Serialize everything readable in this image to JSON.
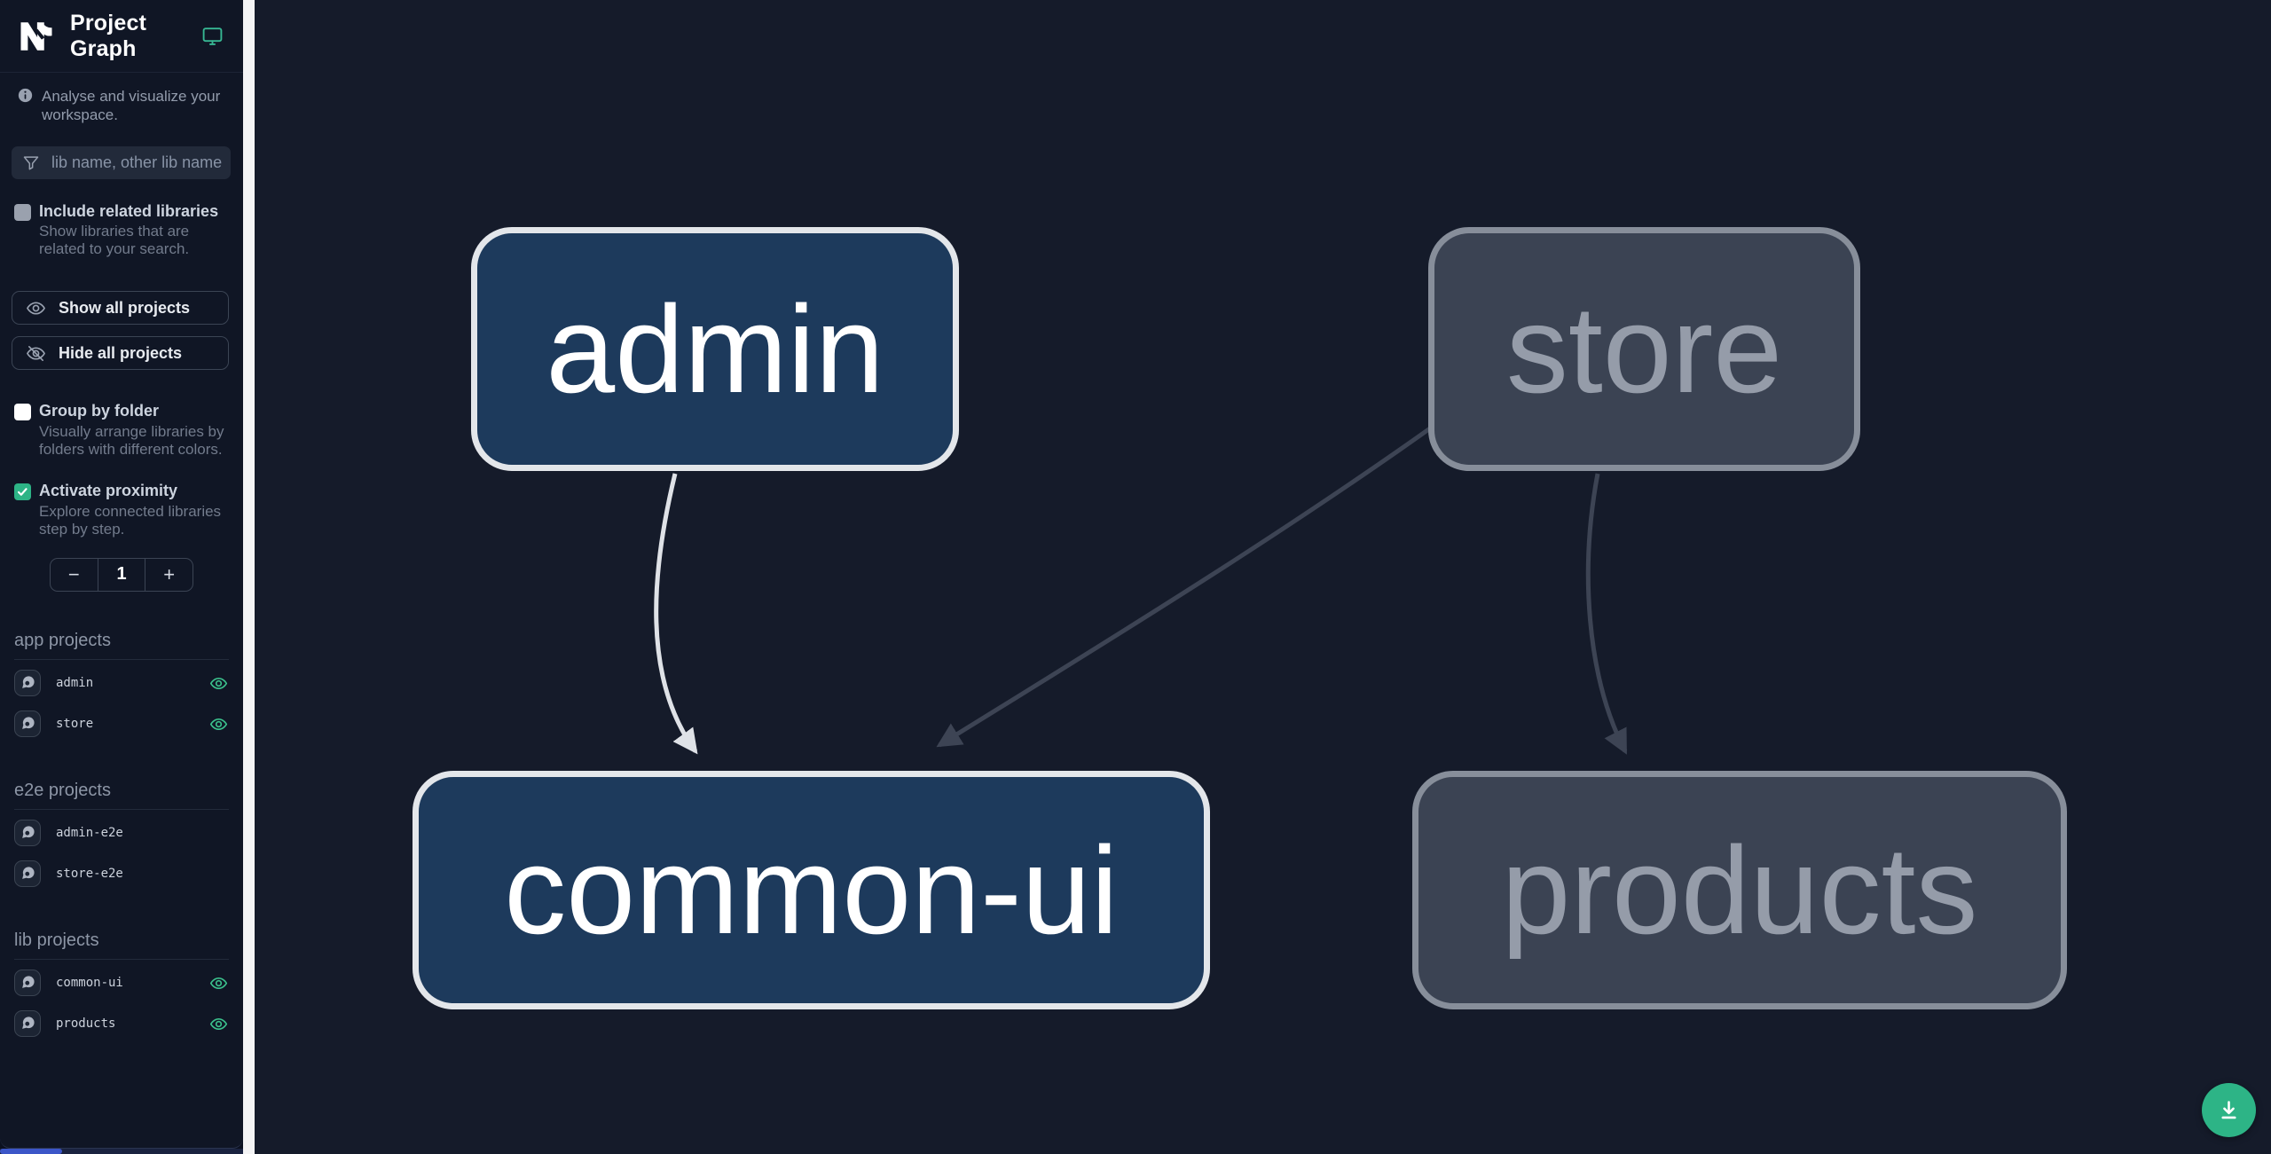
{
  "header": {
    "title": "Project Graph"
  },
  "sidebar": {
    "tagline": "Analyse and visualize your workspace.",
    "filter": {
      "placeholder": "lib name, other lib name"
    },
    "include_related": {
      "label": "Include related libraries",
      "description": "Show libraries that are related to your search.",
      "checked": false
    },
    "show_all_label": "Show all projects",
    "hide_all_label": "Hide all projects",
    "group_by_folder": {
      "label": "Group by folder",
      "description": "Visually arrange libraries by folders with different colors.",
      "checked": false
    },
    "activate_proximity": {
      "label": "Activate proximity",
      "description": "Explore connected libraries step by step.",
      "checked": true
    },
    "proximity_stepper": {
      "decrement_label": "−",
      "value": "1",
      "increment_label": "+"
    },
    "sections": [
      {
        "title": "app projects",
        "items": [
          {
            "name": "admin",
            "visible": true
          },
          {
            "name": "store",
            "visible": true
          }
        ]
      },
      {
        "title": "e2e projects",
        "items": [
          {
            "name": "admin-e2e",
            "visible": false
          },
          {
            "name": "store-e2e",
            "visible": false
          }
        ]
      },
      {
        "title": "lib projects",
        "items": [
          {
            "name": "common-ui",
            "visible": true
          },
          {
            "name": "products",
            "visible": true
          }
        ]
      }
    ]
  },
  "graph": {
    "nodes": [
      {
        "label": "admin",
        "state": "highlighted"
      },
      {
        "label": "store",
        "state": "dimmed"
      },
      {
        "label": "common-ui",
        "state": "highlighted"
      },
      {
        "label": "products",
        "state": "dimmed"
      }
    ],
    "edges": [
      {
        "from": "admin",
        "to": "common-ui",
        "state": "highlighted"
      },
      {
        "from": "store",
        "to": "common-ui",
        "state": "dimmed"
      },
      {
        "from": "store",
        "to": "products",
        "state": "dimmed"
      }
    ]
  },
  "colors": {
    "accent_green": "#2db486",
    "eye_green": "#3bc08c",
    "node_highlight_fill": "#1d3a5c",
    "node_highlight_border": "#e3e6ea",
    "node_dim_fill": "#3b4353",
    "node_dim_border": "#878e9a",
    "edge_highlight": "#dfe2e7",
    "edge_dim": "#3d4454",
    "sidebar_bg": "#101625",
    "canvas_bg": "#151b2a"
  }
}
